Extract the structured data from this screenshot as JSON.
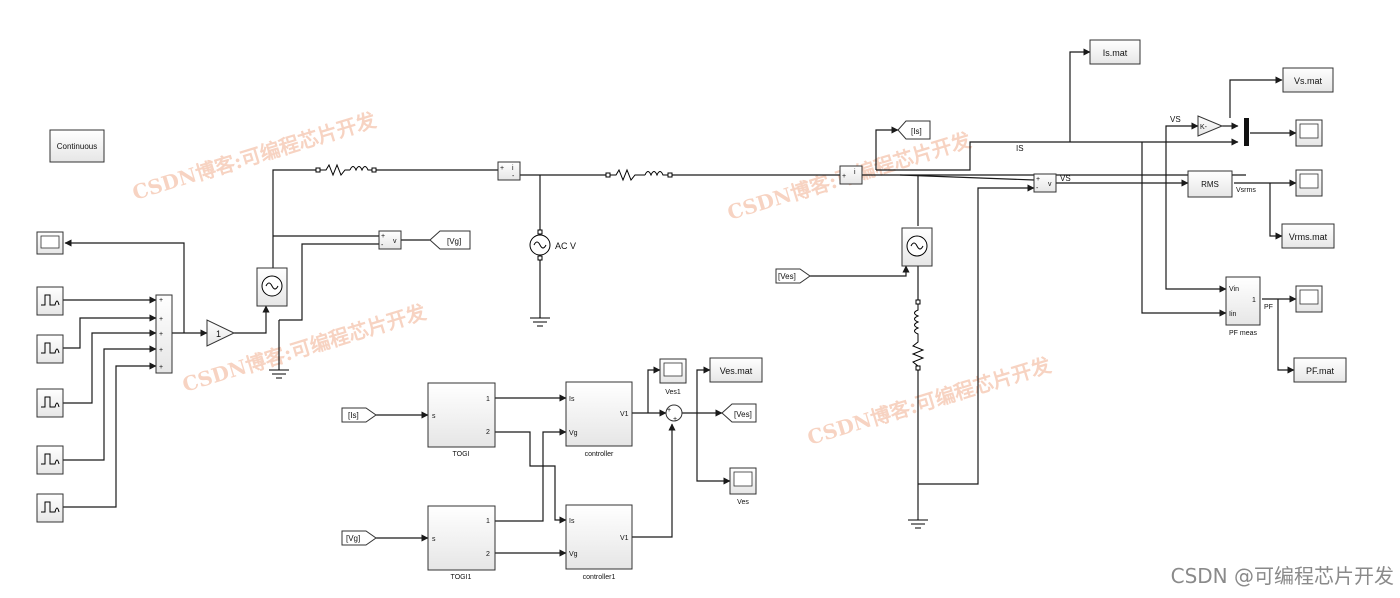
{
  "watermark": {
    "text": "CSDN博客:可编程芯片开发",
    "corner": "CSDN @可编程芯片开发"
  },
  "blocks": {
    "continuous": "Continuous",
    "gain1": "1",
    "ac_source": "AC V",
    "vg_tag": "[Vg]",
    "is_tag_out": "[Is]",
    "ves_tag_in": "[Ves]",
    "is_tag_in": "[Is]",
    "vg_tag_in": "[Vg]",
    "togi": {
      "name": "TOGI",
      "in": "s",
      "out1": "1",
      "out2": "2"
    },
    "togi1": {
      "name": "TOGI1",
      "in": "s",
      "out1": "1",
      "out2": "2"
    },
    "controller": {
      "name": "controller",
      "in1": "Is",
      "in2": "Vg",
      "out": "V1"
    },
    "controller1": {
      "name": "controller1",
      "in1": "Is",
      "in2": "Vg",
      "out": "V1"
    },
    "ves1_scope": "Ves1",
    "ves_scope": "Ves",
    "ves_mat": "Ves.mat",
    "ves_tag_out": "[Ves]",
    "is_mat": "Is.mat",
    "vs_mat": "Vs.mat",
    "vrms_mat": "Vrms.mat",
    "pf_mat": "PF.mat",
    "gain_k": "K-",
    "rms": "RMS",
    "vsrms_label": "Vsrms",
    "pf_meas": {
      "name": "PF meas",
      "in1": "Vin",
      "in2": "Iin",
      "out": "1"
    },
    "pf_label": "PF",
    "vs_label_top": "VS",
    "is_label": "IS",
    "vs_label_mid": "VS",
    "meas_v": "v"
  }
}
